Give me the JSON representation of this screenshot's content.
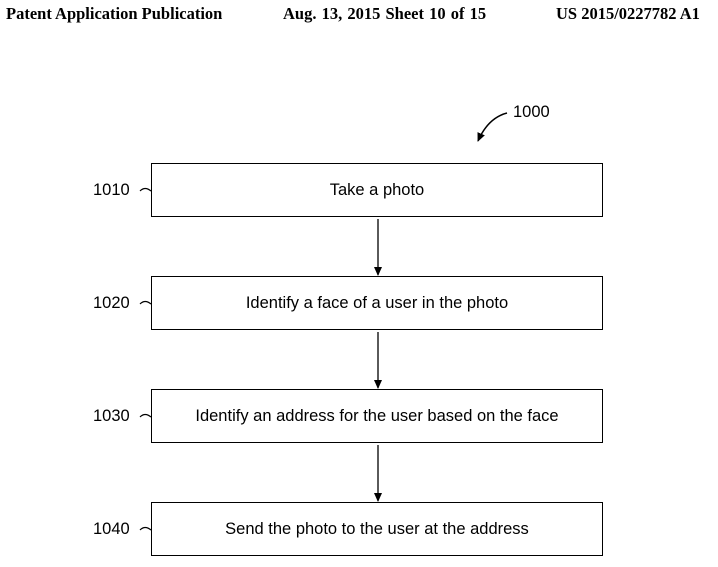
{
  "header": {
    "publication": "Patent Application Publication",
    "date_sheet": "Aug. 13, 2015  Sheet 10 of 15",
    "number": "US 2015/0227782 A1"
  },
  "figure": {
    "ref": "1000",
    "steps": [
      {
        "ref": "1010",
        "label": "Take a photo"
      },
      {
        "ref": "1020",
        "label": "Identify a face of a user in the photo"
      },
      {
        "ref": "1030",
        "label": "Identify an address for the user based on the face"
      },
      {
        "ref": "1040",
        "label": "Send the photo to the user at the address"
      }
    ]
  }
}
